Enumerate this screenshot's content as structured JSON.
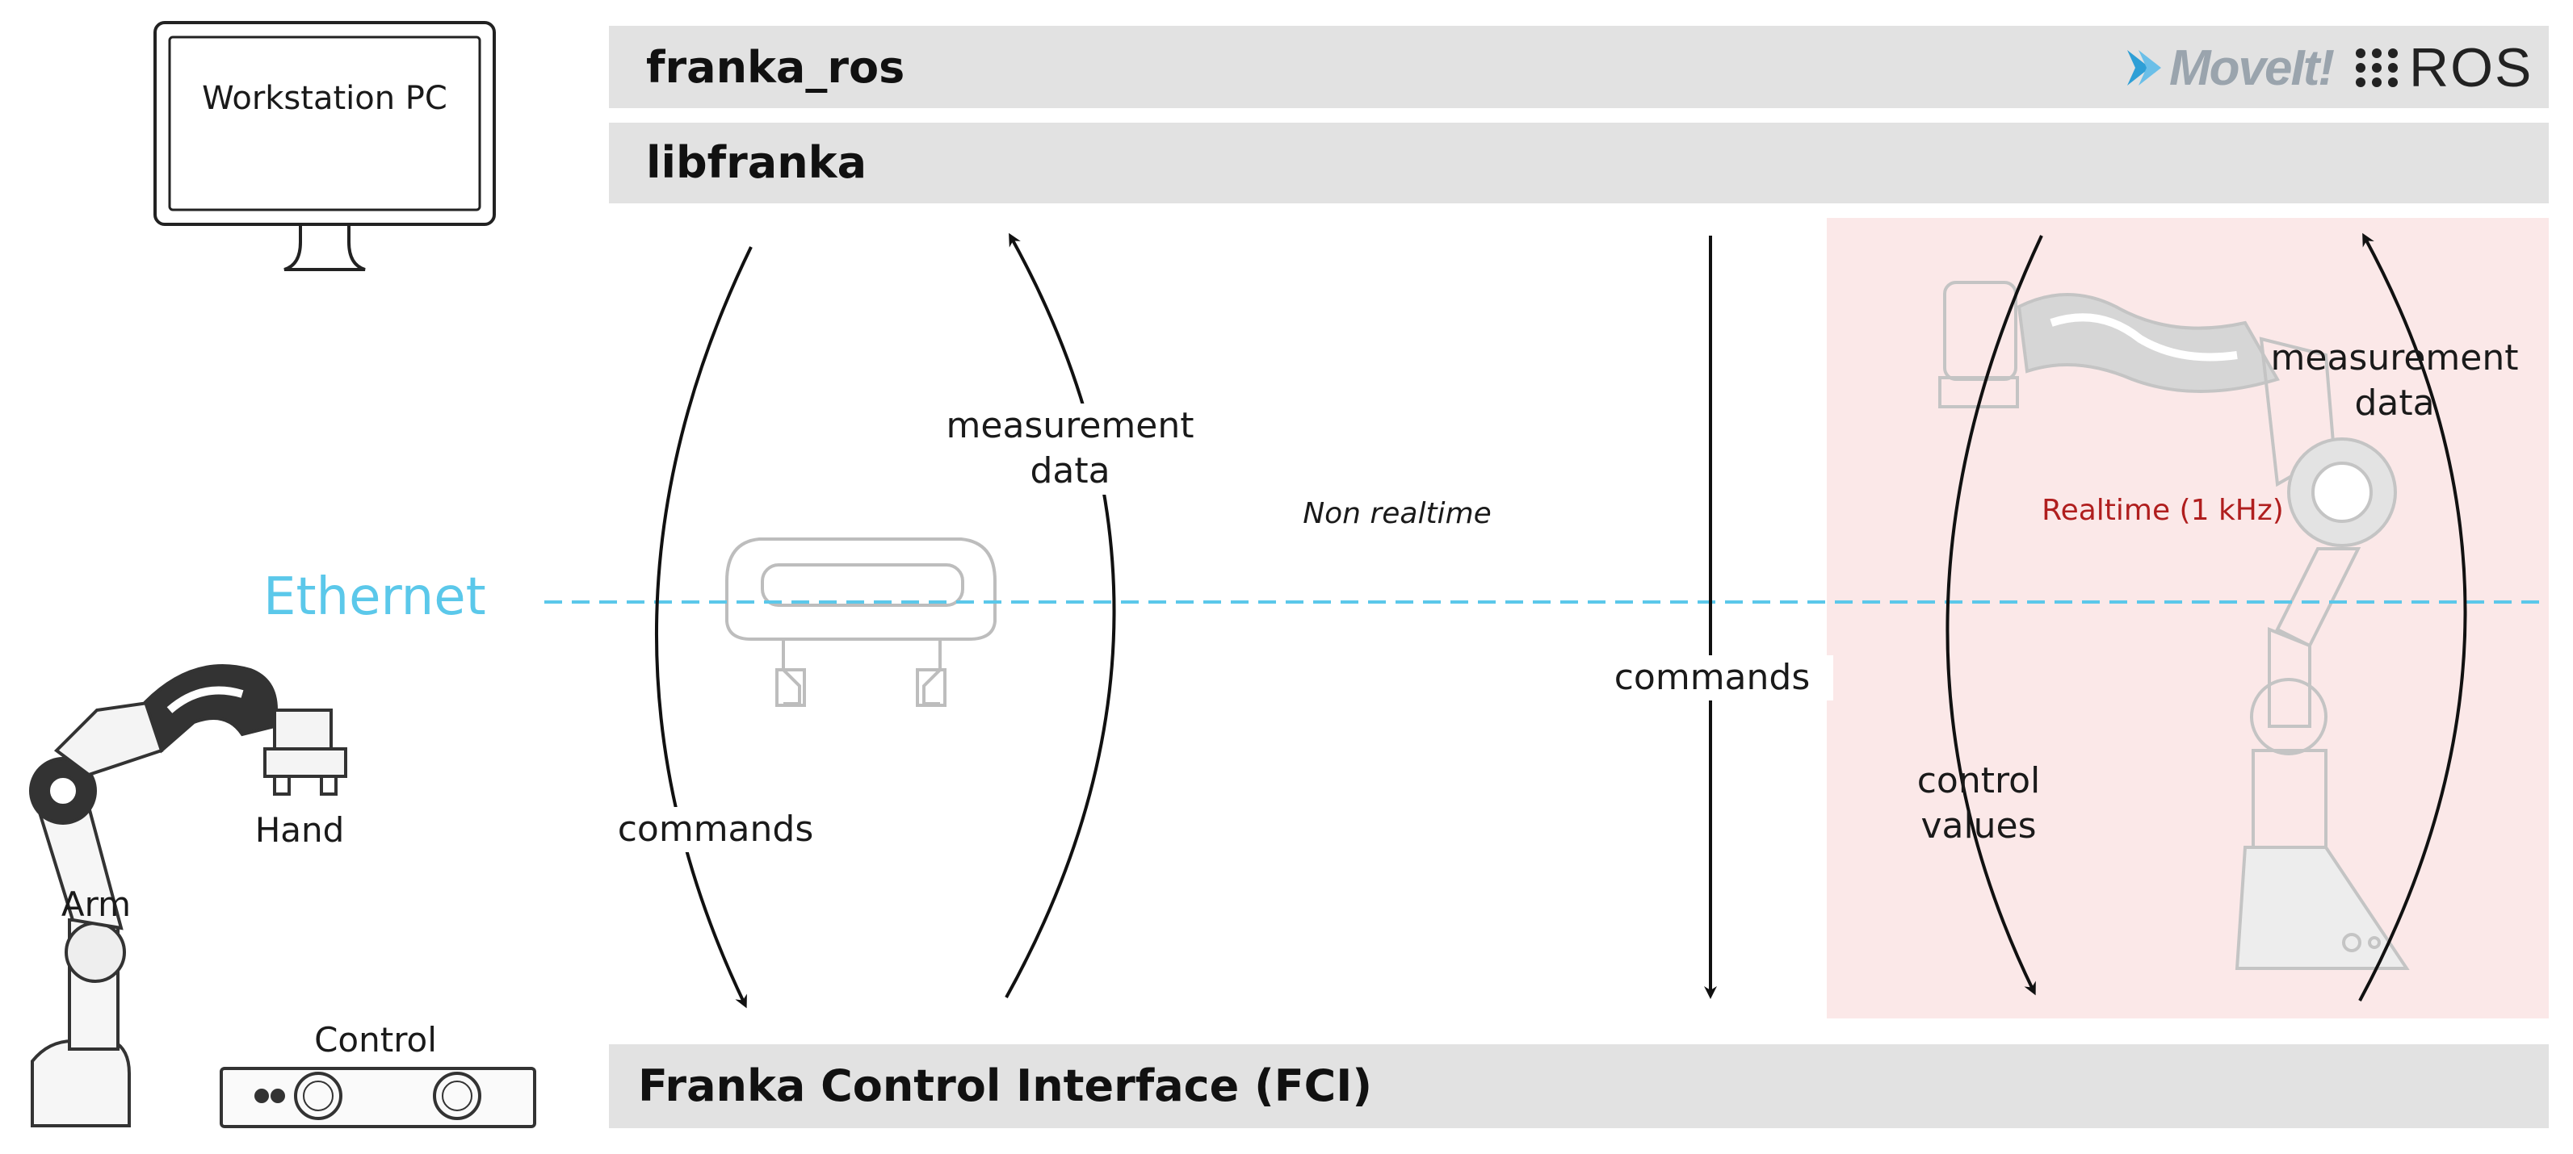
{
  "layers": {
    "franka_ros": "franka_ros",
    "libfranka": "libfranka",
    "fci": "Franka Control Interface (FCI)"
  },
  "logos": {
    "moveit": "MoveIt!",
    "ros": "ROS"
  },
  "hardware": {
    "workstation": "Workstation PC",
    "hand": "Hand",
    "arm": "Arm",
    "control": "Control"
  },
  "network": {
    "ethernet": "Ethernet",
    "ethernet_color": "#5bc8ea"
  },
  "flows": {
    "nonrealtime": {
      "title": "Non realtime",
      "commands": "commands",
      "measurement": "measurement data",
      "commands_right": "commands"
    },
    "realtime": {
      "title": "Realtime (1 kHz)",
      "title_color": "#b01e1e",
      "control_values": "control values",
      "measurement": "measurement data"
    }
  }
}
